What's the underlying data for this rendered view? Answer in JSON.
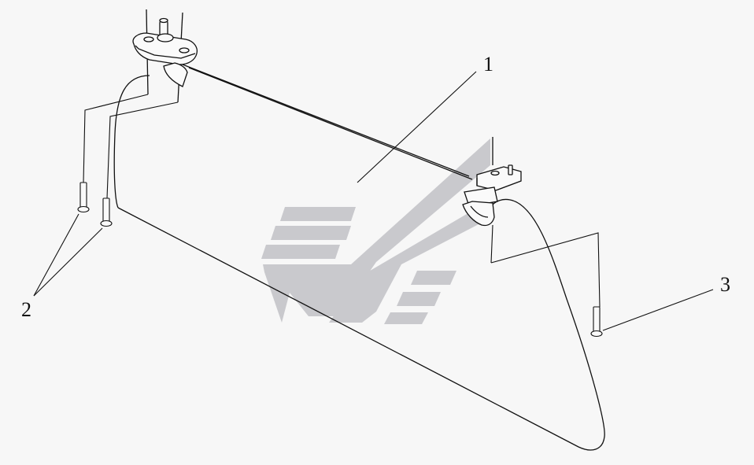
{
  "diagram": {
    "callouts": [
      {
        "id": "part-1",
        "label": "1"
      },
      {
        "id": "part-2",
        "label": "2"
      },
      {
        "id": "part-3",
        "label": "3"
      }
    ],
    "colors": {
      "background": "#f7f7f7",
      "line": "#111111",
      "watermark": "#c9c9cd"
    },
    "watermark": {
      "description_icon": "stylized-logo-watermark"
    }
  }
}
